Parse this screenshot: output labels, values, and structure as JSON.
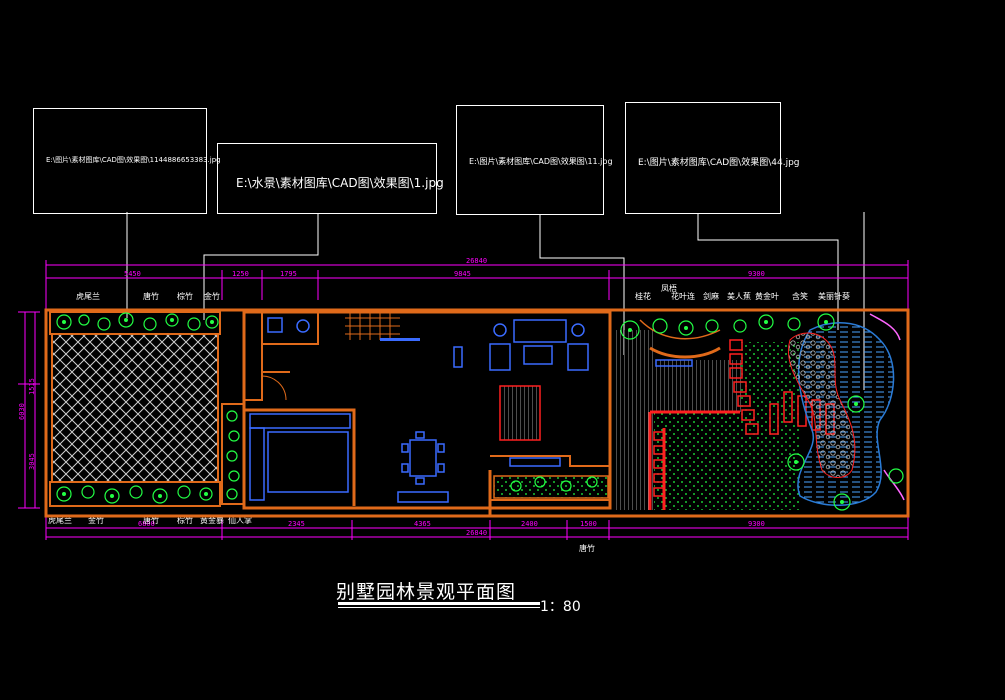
{
  "drawing": {
    "title": "别墅园林景观平面图",
    "scale": "1：80"
  },
  "image_refs": [
    "E:\\图片\\素材图库\\CAD图\\效果图\\1144886653383.jpg",
    "E:\\水景\\素材图库\\CAD图\\效果图\\1.jpg",
    "E:\\图片\\素材图库\\CAD图\\效果图\\11.jpg",
    "E:\\图片\\素材图库\\CAD图\\效果图\\44.jpg"
  ],
  "dimensions": {
    "top_total": "26840",
    "top_segments": [
      "5450",
      "1250",
      "1795",
      "9845",
      "9300"
    ],
    "bottom_segments": [
      "6800",
      "2345",
      "4365",
      "2400",
      "1500",
      "9300"
    ],
    "bottom_total": "26840",
    "left_total": "6030",
    "left_segments": [
      "1515",
      "3045"
    ]
  },
  "plant_labels": {
    "top_left": [
      "虎尾兰",
      "唐竹",
      "棕竹",
      "金竹"
    ],
    "top_right": [
      "桂花",
      "花叶连",
      "剑麻",
      "美人蕉",
      "黄金叶",
      "含笑",
      "美丽针葵"
    ],
    "top_right_upper": "凤梧",
    "bottom_left": [
      "虎尾兰",
      "金竹",
      "唐竹",
      "棕竹",
      "黄金暴",
      "仙人掌"
    ],
    "bottom_mid": "唐竹"
  },
  "colors": {
    "background": "#000000",
    "wall": "#e06a1a",
    "dimension": "#ff00ff",
    "furniture": "#3a6bff",
    "plant": "#22ff44",
    "water": "#2a7bd6",
    "red": "#ff2020",
    "line": "#ffffff"
  }
}
